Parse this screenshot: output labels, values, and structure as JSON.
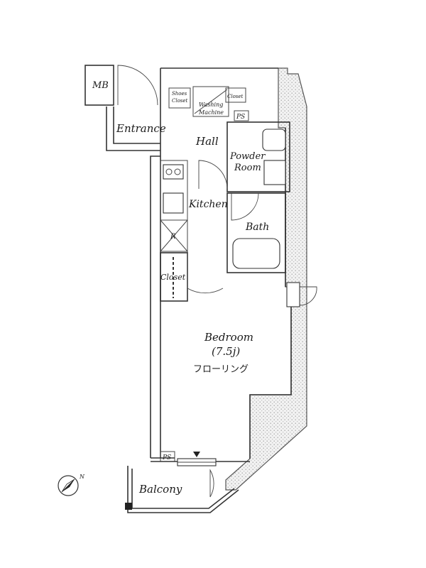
{
  "rooms": {
    "mb": "MB",
    "entrance": "Entrance",
    "hall": "Hall",
    "shoe_closet_1": "Shoes",
    "shoe_closet_2": "Closet",
    "washing_1": "Washing",
    "washing_2": "Machine",
    "shelf": "Closet",
    "ps_top": "PS",
    "powder_1": "Powder",
    "powder_2": "Room",
    "kitchen": "Kitchen",
    "bath": "Bath",
    "fridge": "R",
    "closet": "Closet",
    "bedroom": "Bedroom",
    "bedroom_size": "(7.5j)",
    "bedroom_floor": "フローリング",
    "ps_bottom": "PS",
    "balcony": "Balcony"
  },
  "compass": {
    "north_label": "N"
  }
}
